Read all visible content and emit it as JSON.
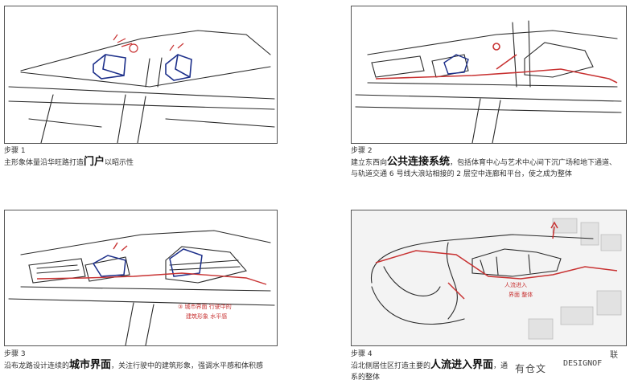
{
  "steps": [
    {
      "label": "步骤 1",
      "line1_pre": "主形象体量沿华旺路打造",
      "line1_hl": "门户",
      "line1_post": "以昭示性",
      "sketch_notes": []
    },
    {
      "label": "步骤 2",
      "line1_pre": "建立东西向",
      "line1_hl": "公共连接系统",
      "line1_post": "，包括体育中心与艺术中心间下沉广场和地下通道、",
      "line2": "与轨道交通 6 号线大浪站相接的 2 层空中连廊和平台，使之成为整体",
      "sketch_notes": []
    },
    {
      "label": "步骤 3",
      "line1_pre": "沿布龙路设计连续的",
      "line1_hl": "城市界面",
      "line1_post": "，关注行驶中的建筑形象，强调水平感和体积感",
      "sketch_notes": [
        "③ 城市界面 行驶中的",
        "建筑形象 水平感"
      ]
    },
    {
      "label": "步骤 4",
      "line1_pre": "沿北侧居住区打造主要的",
      "line1_hl": "人流进入界面",
      "line1_post": "，通",
      "line2": "系的整体",
      "sketch_notes": [
        "人流进入",
        "界面 整体"
      ]
    }
  ],
  "watermark": {
    "text": "有仓文",
    "logo_line1": "DESIGNOF",
    "logo_line2": "联"
  },
  "colors": {
    "sketch": "#2a2a2a",
    "accent_red": "#c83232",
    "building_blue": "#1c2f8a"
  }
}
